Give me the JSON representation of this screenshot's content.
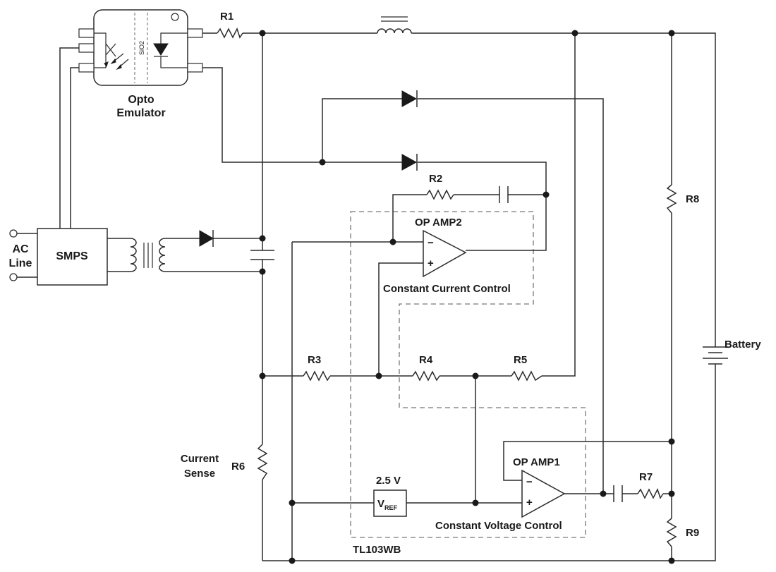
{
  "labels": {
    "r1": "R1",
    "r2": "R2",
    "r3": "R3",
    "r4": "R4",
    "r5": "R5",
    "r6": "R6",
    "r7": "R7",
    "r8": "R8",
    "r9": "R9",
    "opto_line1": "Opto",
    "opto_line2": "Emulator",
    "sio2": "SiO2",
    "ac_line1": "AC",
    "ac_line2": "Line",
    "smps": "SMPS",
    "op_amp2": "OP AMP2",
    "op_amp1": "OP AMP1",
    "constant_current": "Constant Current Control",
    "constant_voltage": "Constant Voltage Control",
    "current_sense1": "Current",
    "current_sense2": "Sense",
    "battery": "Battery",
    "vref_value": "2.5 V",
    "vref_main": "V",
    "vref_sub": "REF",
    "tl103wb": "TL103WB",
    "minus": "−",
    "plus": "+"
  }
}
